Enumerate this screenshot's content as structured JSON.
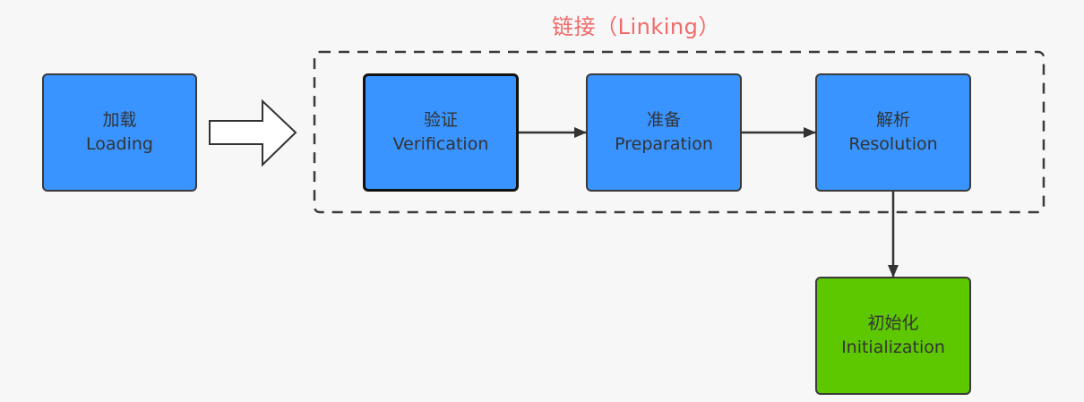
{
  "diagram": {
    "group": {
      "title": "链接（Linking）"
    },
    "nodes": {
      "loading": {
        "zh": "加载",
        "en": "Loading"
      },
      "verification": {
        "zh": "验证",
        "en": "Verification"
      },
      "preparation": {
        "zh": "准备",
        "en": "Preparation"
      },
      "resolution": {
        "zh": "解析",
        "en": "Resolution"
      },
      "initialization": {
        "zh": "初始化",
        "en": "Initialization"
      }
    },
    "colors": {
      "stage_blue": "#3994ff",
      "init_green": "#5dc800",
      "group_title": "#f06a6a",
      "border": "#3a3a3a"
    }
  }
}
